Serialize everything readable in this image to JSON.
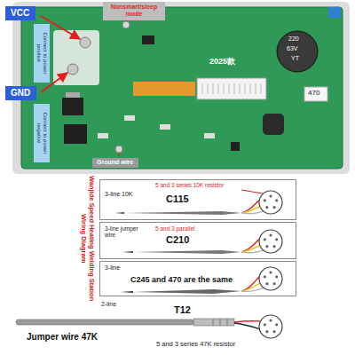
{
  "diagram": {
    "title": "Wanjide Speed Heating Welding Station Wiring Diagram",
    "nodes": [
      {
        "text": [
          "Nonsmart/sleep mode"
        ]
      },
      {
        "text": [
          "VCC"
        ]
      },
      {
        "text": [
          "Connect to power positive"
        ]
      },
      {
        "text": [
          "GND"
        ]
      },
      {
        "text": [
          "Connect to power negative"
        ]
      },
      {
        "text": [
          "Ground wire"
        ]
      },
      {
        "text": [
          "5 and 3 series 10K resistor",
          "3-line 10K",
          "C115"
        ]
      },
      {
        "text": [
          "3-line jumper wire",
          "5 and 3 parallel",
          "C210"
        ]
      },
      {
        "text": [
          "3-line",
          "C245 and 470 are the same"
        ]
      }
    ],
    "labels": [
      "2025款",
      "220",
      "63V",
      "YT",
      "470",
      "2-line",
      "T12",
      "Jumper wire 47K",
      "5 and 3 series 47K resistor"
    ]
  }
}
